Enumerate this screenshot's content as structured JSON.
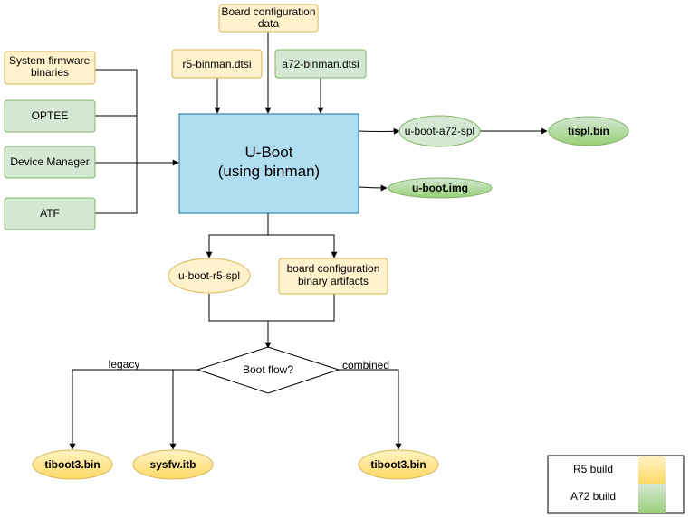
{
  "colors": {
    "r5_fill": "#fff2cc",
    "r5_stroke": "#d6b656",
    "a72_fill": "#d5e8d4",
    "a72_stroke": "#82b366",
    "uboot_fill": "#b1ddf0",
    "uboot_stroke": "#10739e",
    "r5_out_top": "#fff4c3",
    "r5_out_bottom": "#ffd966",
    "a72_out_top": "#d5e8d4",
    "a72_out_bottom": "#97d077"
  },
  "inputs": {
    "board_cfg_data": [
      "Board configuration",
      "data"
    ],
    "r5_dtsi": "r5-binman.dtsi",
    "a72_dtsi": "a72-binman.dtsi",
    "system_firmware": [
      "System firmware",
      "binaries"
    ],
    "optee": "OPTEE",
    "device_manager": "Device Manager",
    "atf": "ATF"
  },
  "uboot": {
    "line1": "U-Boot",
    "line2": "(using binman)"
  },
  "outputs": {
    "uboot_a72_spl": "u-boot-a72-spl",
    "tispl": "tispl.bin",
    "uboot_img": "u-boot.img",
    "uboot_r5_spl": "u-boot-r5-spl",
    "board_cfg_artifacts": [
      "board configuration",
      "binary artifacts"
    ]
  },
  "decision": {
    "label": "Boot flow?",
    "left_label": "legacy",
    "right_label": "combined"
  },
  "final": {
    "tiboot3_legacy": "tiboot3.bin",
    "sysfw": "sysfw.itb",
    "tiboot3_combined": "tiboot3.bin"
  },
  "legend": {
    "r5": "R5 build",
    "a72": "A72 build"
  }
}
